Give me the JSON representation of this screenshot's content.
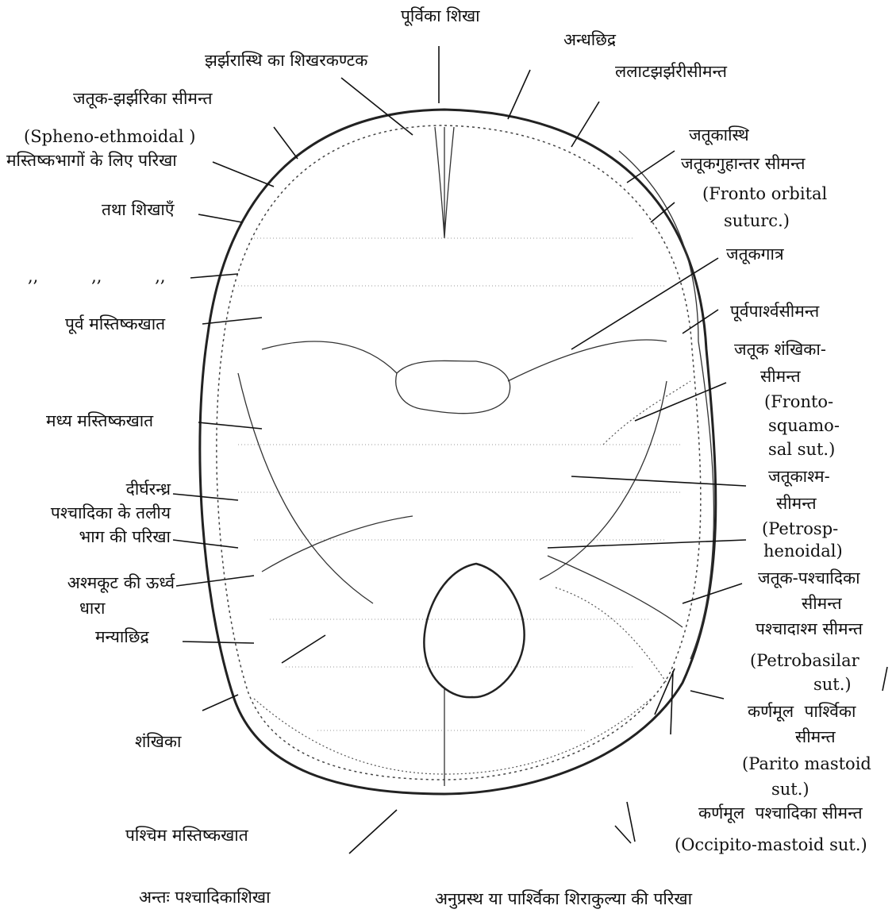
{
  "labels": {
    "purvika_shikha": "पूर्विका शिखा",
    "jharjhar_shikhar": "झर्झरास्थि का शिखरकण्टक",
    "andhachhidra": "अन्धछिद्र",
    "lalat_jharjhari": "ललाटझर्झरीसीमन्त",
    "jatuk_jharjharika": "जतूक-झर्झरिका सीमन्त",
    "spheno_ethmoidal": "(Spheno-ethmoidal )",
    "mastishk_parikha": "मस्तिष्कभागों के लिए परिखा",
    "tatha_shikhaen": "तथा शिखाएँ",
    "ditto": ",,          ,,          ,,",
    "jatukasthi": "जतूकास्थि",
    "jatukguha": "जतूकगुहान्तर सीमन्त",
    "fronto_orbital_1": "(Fronto orbital",
    "fronto_orbital_2": "suturc.)",
    "jatukgatra": "जतूकगात्र",
    "purvaparshva": "पूर्वपार्श्वसीमन्त",
    "purva_mastishk": "पूर्व मस्तिष्कखात",
    "jatuk_shankhika_1": "जतूक शंखिका-",
    "jatuk_shankhika_2": "सीमन्त",
    "fronto_squamo_1": "(Fronto-",
    "fronto_squamo_2": "squamo-",
    "fronto_squamo_3": "sal sut.)",
    "madhya_mastishk": "मध्य मस्तिष्कखात",
    "jatukashm_1": "जतूकाश्म-",
    "jatukashm_2": "सीमन्त",
    "petrosph_1": "(Petrosp-",
    "petrosph_2": "henoidal)",
    "dirgharandhra": "दीर्घरन्ध्र",
    "pashchadika_1": "पश्चादिका के तलीय",
    "pashchadika_2": "भाग की परिखा",
    "jatuk_pashchadika_1": "जतूक-पश्चादिका",
    "jatuk_pashchadika_2": "सीमन्त",
    "ashmakut_1": "अश्मकूट की ऊर्ध्व",
    "ashmakut_2": "धारा",
    "pashchadashm": "पश्चादाश्म सीमन्त",
    "manyachhidra": "मन्याछिद्र",
    "petrobasilar_1": "(Petrobasilar",
    "petrobasilar_2": "sut.)",
    "karnamul_parshvika_1": "कर्णमूल  पार्श्विका",
    "karnamul_parshvika_2": "सीमन्त",
    "parito_mastoid_1": "(Parito mastoid",
    "parito_mastoid_2": "sut.)",
    "shankhika": "शंखिका",
    "karnamul_pashchadika": "कर्णमूल  पश्चादिका सीमन्त",
    "pashchim_mastishk": "पश्चिम मस्तिष्कखात",
    "occipito_mastoid": "(Occipito-mastoid sut.)",
    "antah_pashchadika": "अन्तः पश्चादिकाशिखा",
    "anuprasth": "अनुप्रस्थ या पार्श्विका शिराकुल्या की परिखा"
  },
  "colors": {
    "ink": "#111111",
    "paper": "#ffffff"
  }
}
